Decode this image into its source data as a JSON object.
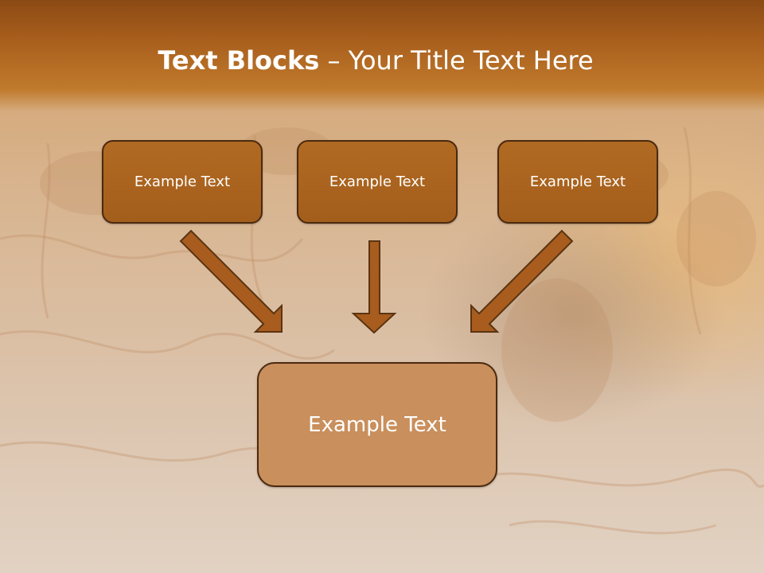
{
  "slide": {
    "title_bold": "Text Blocks",
    "title_dash": " – ",
    "title_rest": "Your Title Text Here",
    "top_boxes": [
      "Example Text",
      "Example Text",
      "Example Text"
    ],
    "bottom_box": "Example Text"
  },
  "colors": {
    "header": "#a85e1c",
    "box_fill": "#a45e1c",
    "box_border": "#4a2a10",
    "bottom_box_fill": "#c98f5c",
    "arrow": "#a85c1e"
  },
  "icons": [
    "arrow-diagonal-right",
    "arrow-down",
    "arrow-diagonal-left"
  ]
}
